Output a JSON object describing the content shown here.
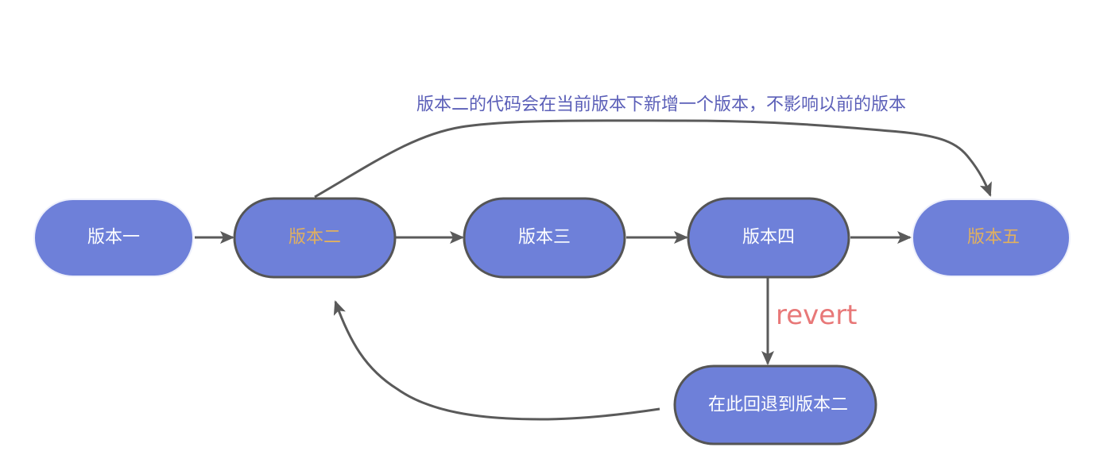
{
  "diagram": {
    "title_annotation": "版本二的代码会在当前版本下新增一个版本，不影响以前的版本",
    "edge_label_revert": "revert",
    "colors": {
      "node_fill": "#6e80d9",
      "node_border_dark": "#555555",
      "node_border_light": "#eef0fb",
      "text_white": "#ffffff",
      "text_gold": "#e0b060",
      "annotation": "#5b5fb8",
      "revert_label": "#e87878",
      "edge": "#5a5a5a"
    },
    "nodes": [
      {
        "id": "v1",
        "label": "版本一",
        "text_color": "white",
        "border": "light"
      },
      {
        "id": "v2",
        "label": "版本二",
        "text_color": "gold",
        "border": "dark"
      },
      {
        "id": "v3",
        "label": "版本三",
        "text_color": "white",
        "border": "dark"
      },
      {
        "id": "v4",
        "label": "版本四",
        "text_color": "white",
        "border": "dark"
      },
      {
        "id": "v5",
        "label": "版本五",
        "text_color": "gold",
        "border": "light"
      },
      {
        "id": "revert_node",
        "label": "在此回退到版本二",
        "text_color": "white",
        "border": "dark"
      }
    ],
    "edges": [
      {
        "from": "v1",
        "to": "v2",
        "label": ""
      },
      {
        "from": "v2",
        "to": "v3",
        "label": ""
      },
      {
        "from": "v3",
        "to": "v4",
        "label": ""
      },
      {
        "from": "v4",
        "to": "v5",
        "label": ""
      },
      {
        "from": "v4",
        "to": "revert_node",
        "label": "revert"
      },
      {
        "from": "revert_node",
        "to": "v2",
        "label": ""
      },
      {
        "from": "v2",
        "to": "v5",
        "label": "版本二的代码会在当前版本下新增一个版本，不影响以前的版本"
      }
    ]
  }
}
